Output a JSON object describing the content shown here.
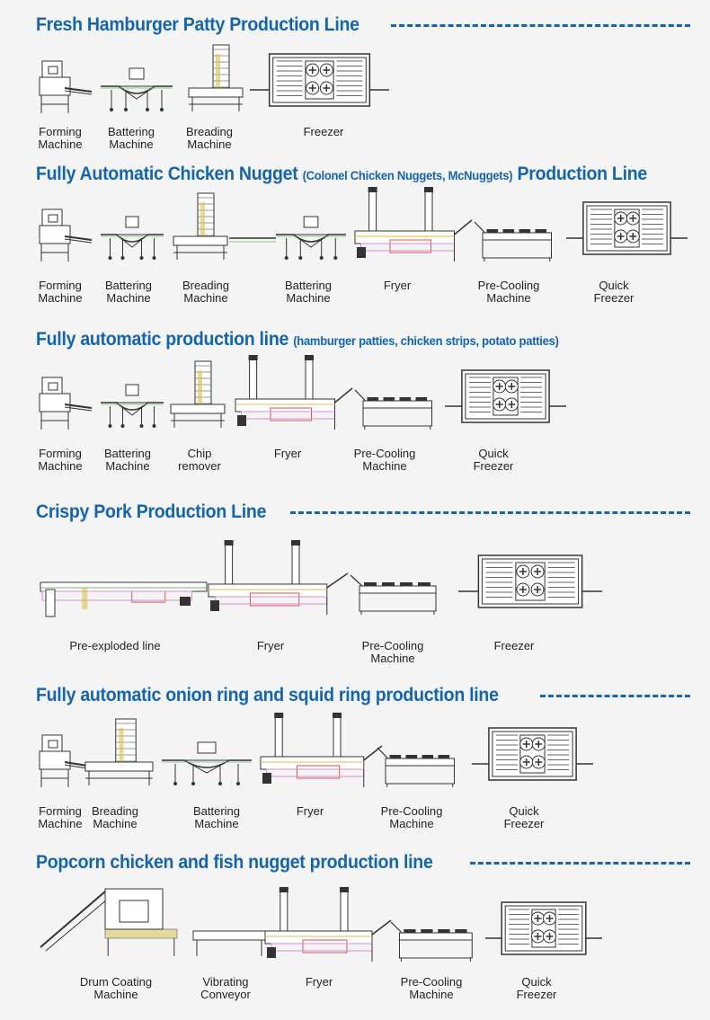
{
  "sections": [
    {
      "title": "Fresh Hamburger Patty Production Line",
      "subtitle": "",
      "title_suffix": "",
      "dashes": true,
      "labels": [
        "Forming\nMachine",
        "Battering\nMachine",
        "Breading\nMachine",
        "Freezer"
      ]
    },
    {
      "title": "Fully Automatic Chicken Nugget ",
      "subtitle": "(Colonel Chicken Nuggets, McNuggets)",
      "title_suffix": " Production Line",
      "dashes": false,
      "labels": [
        "Forming\nMachine",
        "Battering\nMachine",
        "Breading\nMachine",
        "Battering\nMachine",
        "Fryer",
        "Pre-Cooling\nMachine",
        "Quick\nFreezer"
      ]
    },
    {
      "title": "Fully automatic production line ",
      "subtitle": "(hamburger patties, chicken strips, potato patties)",
      "title_suffix": "",
      "dashes": false,
      "labels": [
        "Forming\nMachine",
        "Battering\nMachine",
        "Chip\nremover",
        "Fryer",
        "Pre-Cooling\nMachine",
        "Quick\nFreezer"
      ]
    },
    {
      "title": "Crispy Pork Production Line",
      "subtitle": "",
      "title_suffix": "",
      "dashes": true,
      "labels": [
        "Pre-exploded line",
        "Fryer",
        "Pre-Cooling\nMachine",
        "Freezer"
      ]
    },
    {
      "title": "Fully automatic onion ring and squid ring production line",
      "subtitle": "",
      "title_suffix": "",
      "dashes": true,
      "labels": [
        "Forming\nMachine",
        "Breading\nMachine",
        "Battering\nMachine",
        "Fryer",
        "Pre-Cooling\nMachine",
        "Quick\nFreezer"
      ]
    },
    {
      "title": "Popcorn chicken and fish nugget production line",
      "subtitle": "",
      "title_suffix": "",
      "dashes": true,
      "labels": [
        "Drum Coating\nMachine",
        "Vibrating\nConveyor",
        "Fryer",
        "Pre-Cooling\nMachine",
        "Quick\nFreezer"
      ]
    }
  ],
  "colors": {
    "title": "#1565ad",
    "background": "#f4f4f4",
    "line_drawing": "#333333",
    "accent_red": "#d9534f",
    "accent_pink": "#d88bd8",
    "accent_yellow": "#d8c24a",
    "accent_green": "#6bbf6b"
  }
}
